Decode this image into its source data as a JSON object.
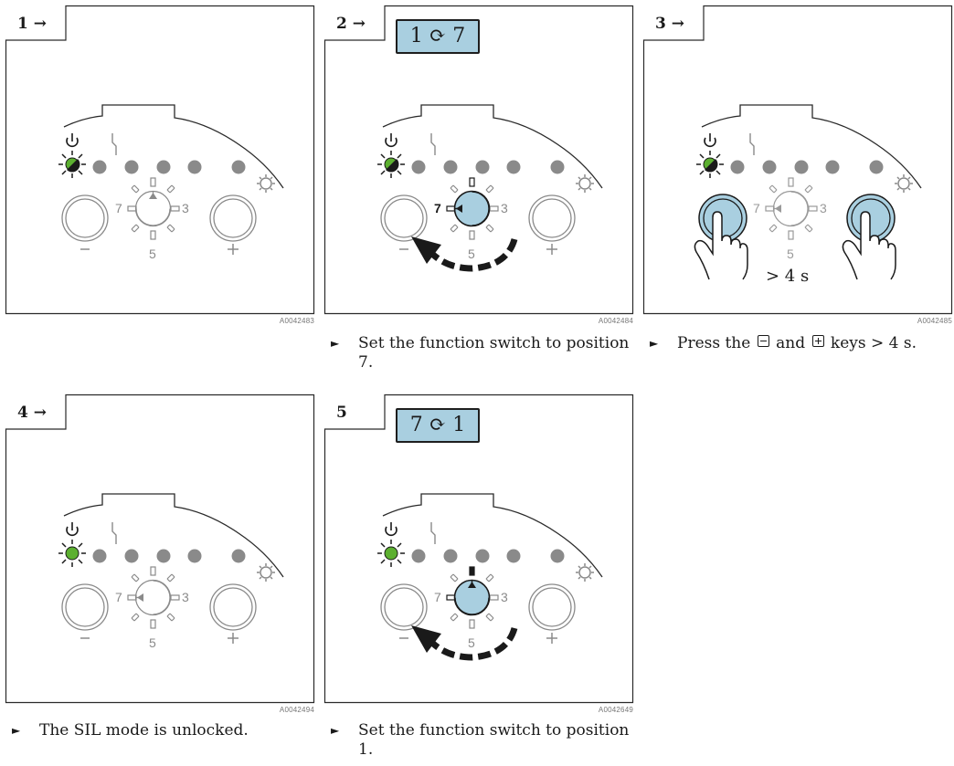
{
  "panels": [
    {
      "step": "1 →",
      "figure_code": "A0042483"
    },
    {
      "step": "2 →",
      "figure_code": "A0042484",
      "switch_badge": "1 ⟳ 7",
      "instruction": "Set the function switch to position 7."
    },
    {
      "step": "3 →",
      "figure_code": "A0042485",
      "hold_label": "> 4 s",
      "instruction": {
        "before": "Press the",
        "middle": "and",
        "after": "keys > 4 s."
      }
    },
    {
      "step": "4 →",
      "figure_code": "A0042494",
      "instruction": "The SIL mode is unlocked."
    },
    {
      "step": "5",
      "figure_code": "A0042649",
      "switch_badge": "7 ⟳ 1",
      "instruction": "Set the function switch to position 1."
    }
  ],
  "bullet_glyph": "►",
  "dial_labels": {
    "left": "7",
    "right": "3",
    "bottom": "5",
    "minus": "−",
    "plus": "+"
  },
  "icons": [
    "power-icon",
    "fault-icon",
    "settings-gear-icon",
    "rotate-arrow-icon",
    "finger-press-icon",
    "minus-key-icon",
    "plus-key-icon"
  ],
  "colors": {
    "led_green": "#5cb030",
    "led_grey": "#8a8a8a",
    "highlight_blue": "#a9cfe0",
    "line": "#2a2a2a",
    "faint": "#9a9a9a"
  }
}
